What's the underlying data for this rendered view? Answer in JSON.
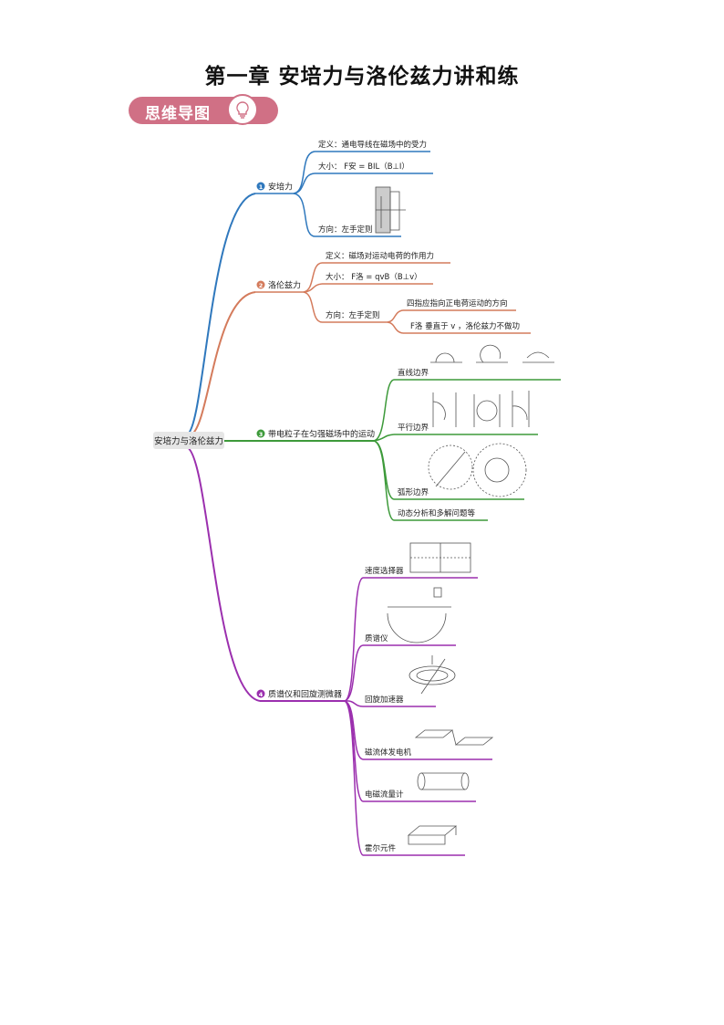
{
  "title": "第一章  安培力与洛伦兹力讲和练",
  "banner": {
    "label": "思维导图",
    "icon": "lightbulb-icon"
  },
  "colors": {
    "blue": "#2f78bd",
    "orange": "#d47b5c",
    "green": "#3d9a3a",
    "purple": "#9b2fae",
    "banner": "#d07085"
  },
  "mindmap": {
    "root": "安培力与洛伦兹力",
    "branches": [
      {
        "num": "1",
        "label": "安培力",
        "leaves": [
          "定义：通电导线在磁场中的受力",
          "大小： F安 = BIL（B⊥I）",
          "方向：左手定则"
        ]
      },
      {
        "num": "2",
        "label": "洛伦兹力",
        "leaves": [
          "定义：磁场对运动电荷的作用力",
          "大小： F洛 = qvB（B⊥v）",
          "方向：左手定则"
        ],
        "subleaves": [
          "四指应指向正电荷运动的方向",
          "F洛 垂直于 v ，洛伦兹力不做功"
        ]
      },
      {
        "num": "3",
        "label": "带电粒子在匀强磁场中的运动",
        "leaves": [
          "直线边界",
          "平行边界",
          "弧形边界",
          "动态分析和多解问题等"
        ]
      },
      {
        "num": "4",
        "label": "质谱仪和回旋测微器",
        "leaves": [
          "速度选择器",
          "质谱仪",
          "回旋加速器",
          "磁流体发电机",
          "电磁流量计",
          "霍尔元件"
        ]
      }
    ]
  }
}
